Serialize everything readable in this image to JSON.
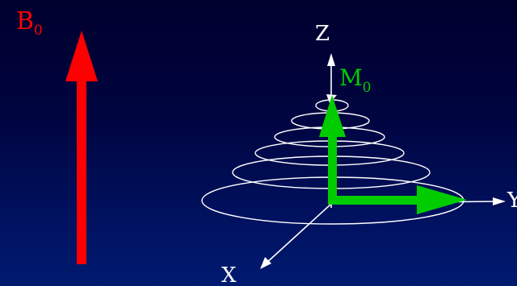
{
  "labels": {
    "b0": {
      "main": "B",
      "sub": "0"
    },
    "m0": {
      "main": "M",
      "sub": "0"
    },
    "z_axis": "Z",
    "x_axis": "X",
    "y_axis": "Y"
  },
  "colors": {
    "background": "#00043f",
    "b0_field": "#ff0000",
    "magnetization": "#00cc00",
    "axes": "#ffffff"
  }
}
